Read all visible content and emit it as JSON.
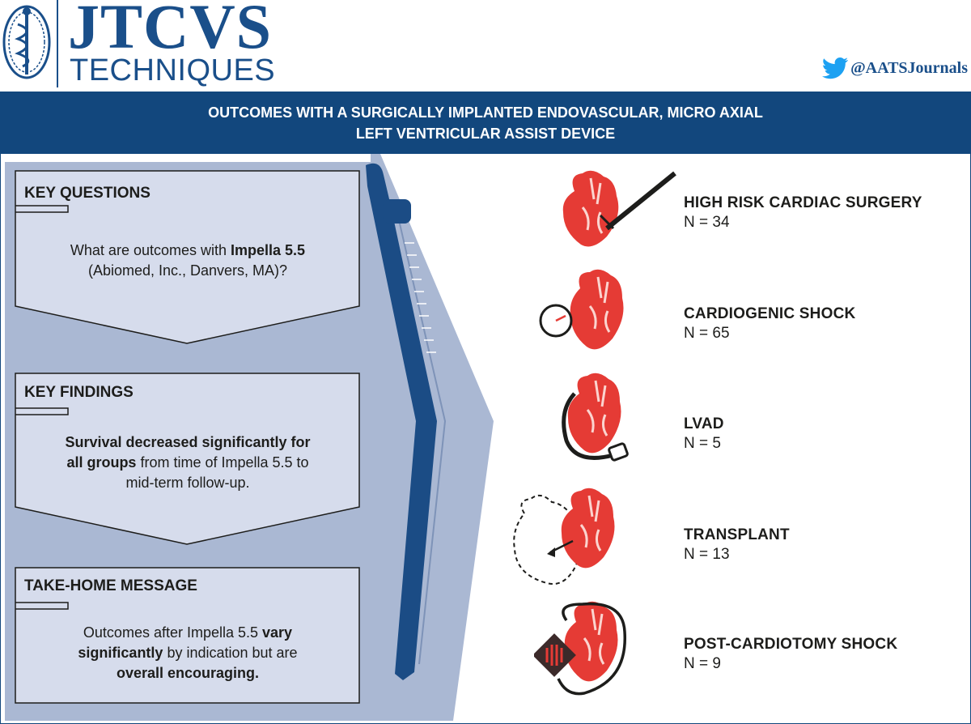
{
  "header": {
    "journal_name": "JTCVS",
    "journal_subtitle": "TECHNIQUES",
    "twitter_handle": "@AATSJournals",
    "brand_color": "#1a4f8a"
  },
  "banner": {
    "line1": "OUTCOMES WITH A SURGICALLY IMPLANTED ENDOVASCULAR, MICRO AXIAL",
    "line2": "LEFT VENTRICULAR ASSIST DEVICE",
    "color": "#12477d"
  },
  "sections": {
    "key_questions": {
      "title": "KEY QUESTIONS",
      "text_pre": "What are outcomes with ",
      "text_bold": "Impella 5.5",
      "text_line2": "(Abiomed, Inc., Danvers, MA)?"
    },
    "key_findings": {
      "title": "KEY FINDINGS",
      "bold_line1": "Survival decreased significantly for",
      "bold_line2": "all groups",
      "text_line2": " from time of Impella 5.5 to",
      "text_line3": "mid-term follow-up."
    },
    "take_home": {
      "title": "TAKE-HOME MESSAGE",
      "text_line1": "Outcomes after Impella 5.5 ",
      "bold_line1": "vary",
      "bold_line2": "significantly",
      "text_line2": " by indication but are",
      "bold_line3": "overall encouraging."
    }
  },
  "outcomes": [
    {
      "label": "HIGH RISK CARDIAC SURGERY",
      "n": "N = 34",
      "icon": "heart-scalpel-icon"
    },
    {
      "label": "CARDIOGENIC SHOCK",
      "n": "N = 65",
      "icon": "heart-gauge-icon"
    },
    {
      "label": "LVAD",
      "n": "N = 5",
      "icon": "heart-lvad-icon"
    },
    {
      "label": "TRANSPLANT",
      "n": "N = 13",
      "icon": "heart-transplant-icon"
    },
    {
      "label": "POST-CARDIOTOMY SHOCK",
      "n": "N = 9",
      "icon": "heart-ecmo-icon"
    }
  ],
  "colors": {
    "panel_back": "#aab8d3",
    "box_fill": "#d6dcec",
    "heart": "#e53b35",
    "device": "#1b4c85"
  }
}
